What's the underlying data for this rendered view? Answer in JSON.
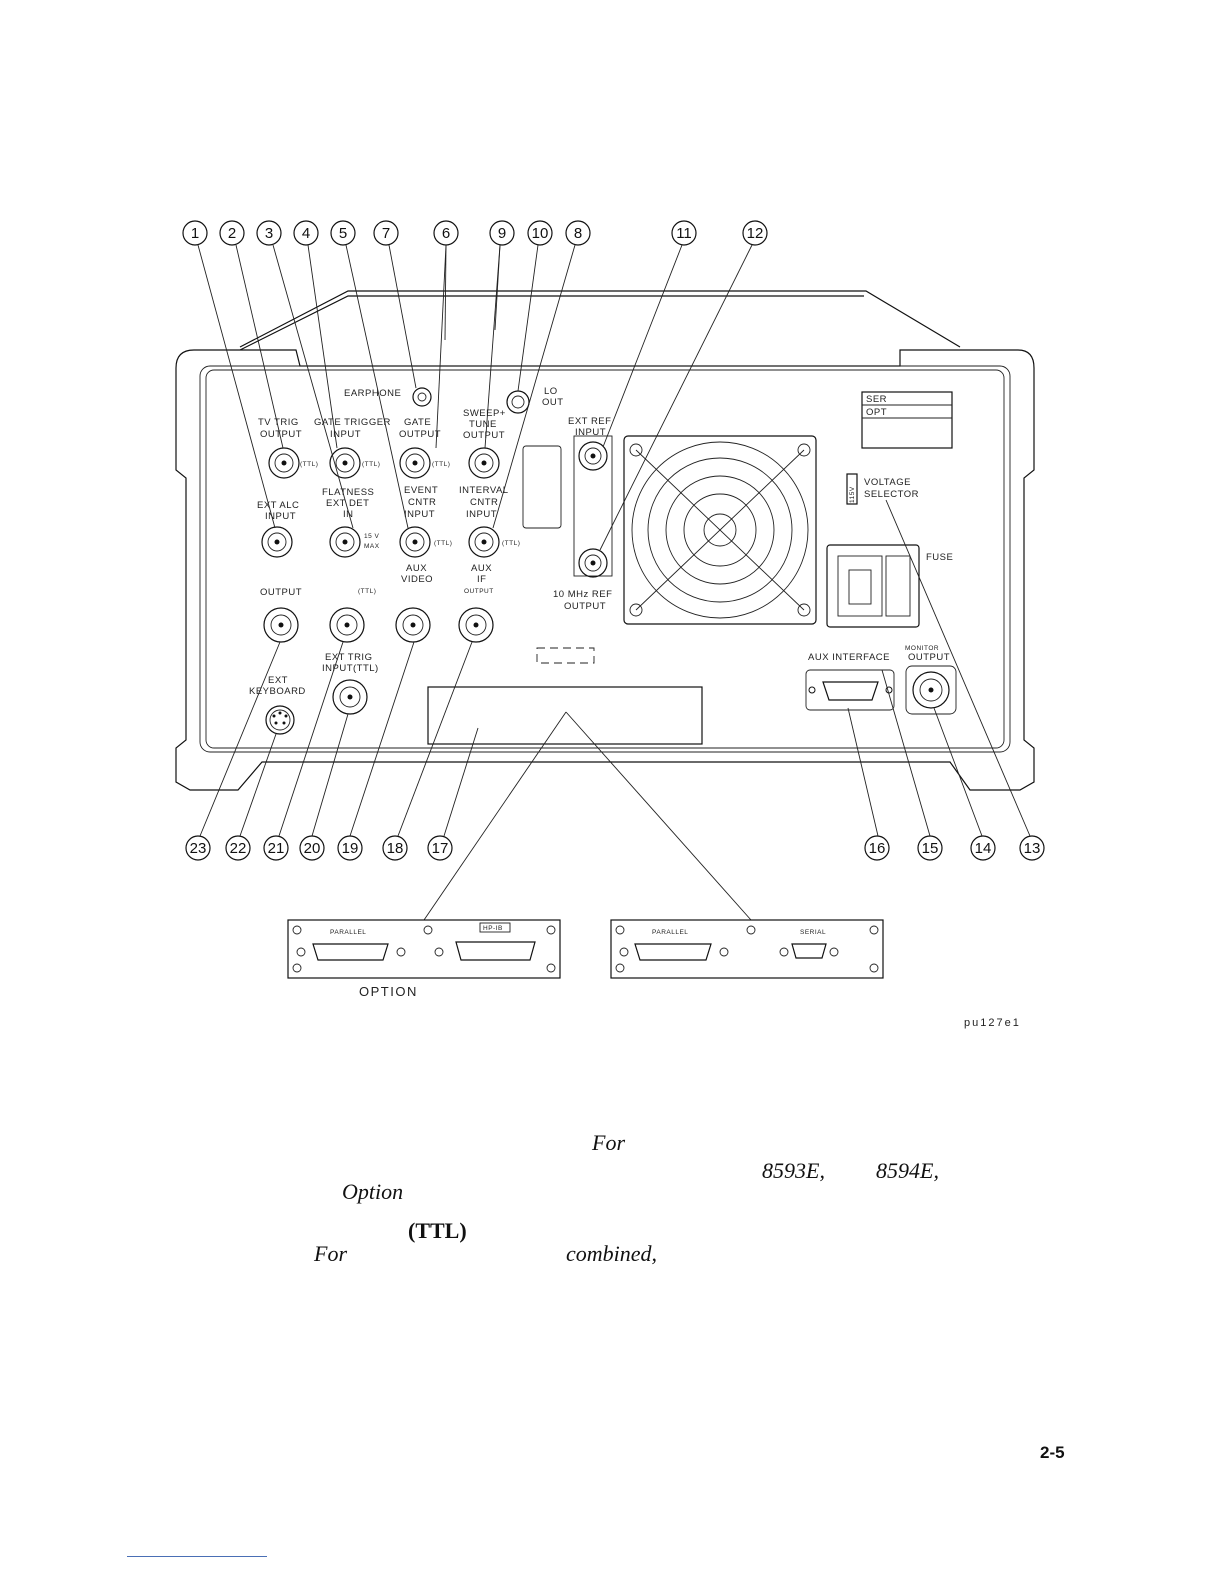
{
  "callouts_top": [
    "1",
    "2",
    "3",
    "4",
    "5",
    "7",
    "6",
    "9",
    "10",
    "8",
    "11",
    "12"
  ],
  "callouts_bottom": [
    "23",
    "22",
    "21",
    "20",
    "19",
    "18",
    "17",
    "16",
    "15",
    "14",
    "13"
  ],
  "panel_labels": {
    "earphone": "EARPHONE",
    "lo": "LO",
    "out": "OUT",
    "tv_trig_1": "TV TRIG",
    "tv_trig_2": "OUTPUT",
    "gate_trigger_1": "GATE TRIGGER",
    "gate_trigger_2": "INPUT",
    "gate_1": "GATE",
    "gate_2": "OUTPUT",
    "sweep_1": "SWEEP+",
    "sweep_2": "TUNE",
    "sweep_3": "OUTPUT",
    "ext_ref_1": "EXT REF",
    "ext_ref_2": "INPUT",
    "ser": "SER",
    "opt": "OPT",
    "ttl": "(TTL)",
    "ext_alc_1": "EXT ALC",
    "ext_alc_2": "INPUT",
    "flatness_1": "FLATNESS",
    "flatness_2": "EXT DET",
    "flatness_3": "IN",
    "max_1": "15 V",
    "max_2": "MAX",
    "event_1": "EVENT",
    "event_2": "CNTR",
    "event_3": "INPUT",
    "interval_1": "INTERVAL",
    "interval_2": "CNTR",
    "interval_3": "INPUT",
    "voltage_1": "VOLTAGE",
    "voltage_2": "SELECTOR",
    "voltage_sw": "115V",
    "fuse": "FUSE",
    "aux_video_1": "AUX",
    "aux_video_2": "VIDEO",
    "aux_if_1": "AUX",
    "aux_if_2": "IF",
    "aux_if_3": "OUTPUT",
    "ref_10mhz_1": "10 MHz REF",
    "ref_10mhz_2": "OUTPUT",
    "output": "OUTPUT",
    "ext_trig_1": "EXT  TRIG",
    "ext_trig_2": "INPUT(TTL)",
    "ext_keyboard_1": "EXT",
    "ext_keyboard_2": "KEYBOARD",
    "aux_interface": "AUX INTERFACE",
    "monitor_1": "MONITOR",
    "monitor_2": "OUTPUT"
  },
  "option_cards": {
    "left_parallel": "PARALLEL",
    "left_hpib": "HP-IB",
    "right_parallel": "PARALLEL",
    "right_serial": "SERIAL",
    "option_caption": "OPTION"
  },
  "figure_code": "pu127e1",
  "text_fragments": {
    "for_1": "For",
    "model_a": "8593E,",
    "model_b": "8594E,",
    "option": "Option",
    "ttl": "(TTL)",
    "for_2": "For",
    "combined": "combined,"
  },
  "page_number": "2-5"
}
